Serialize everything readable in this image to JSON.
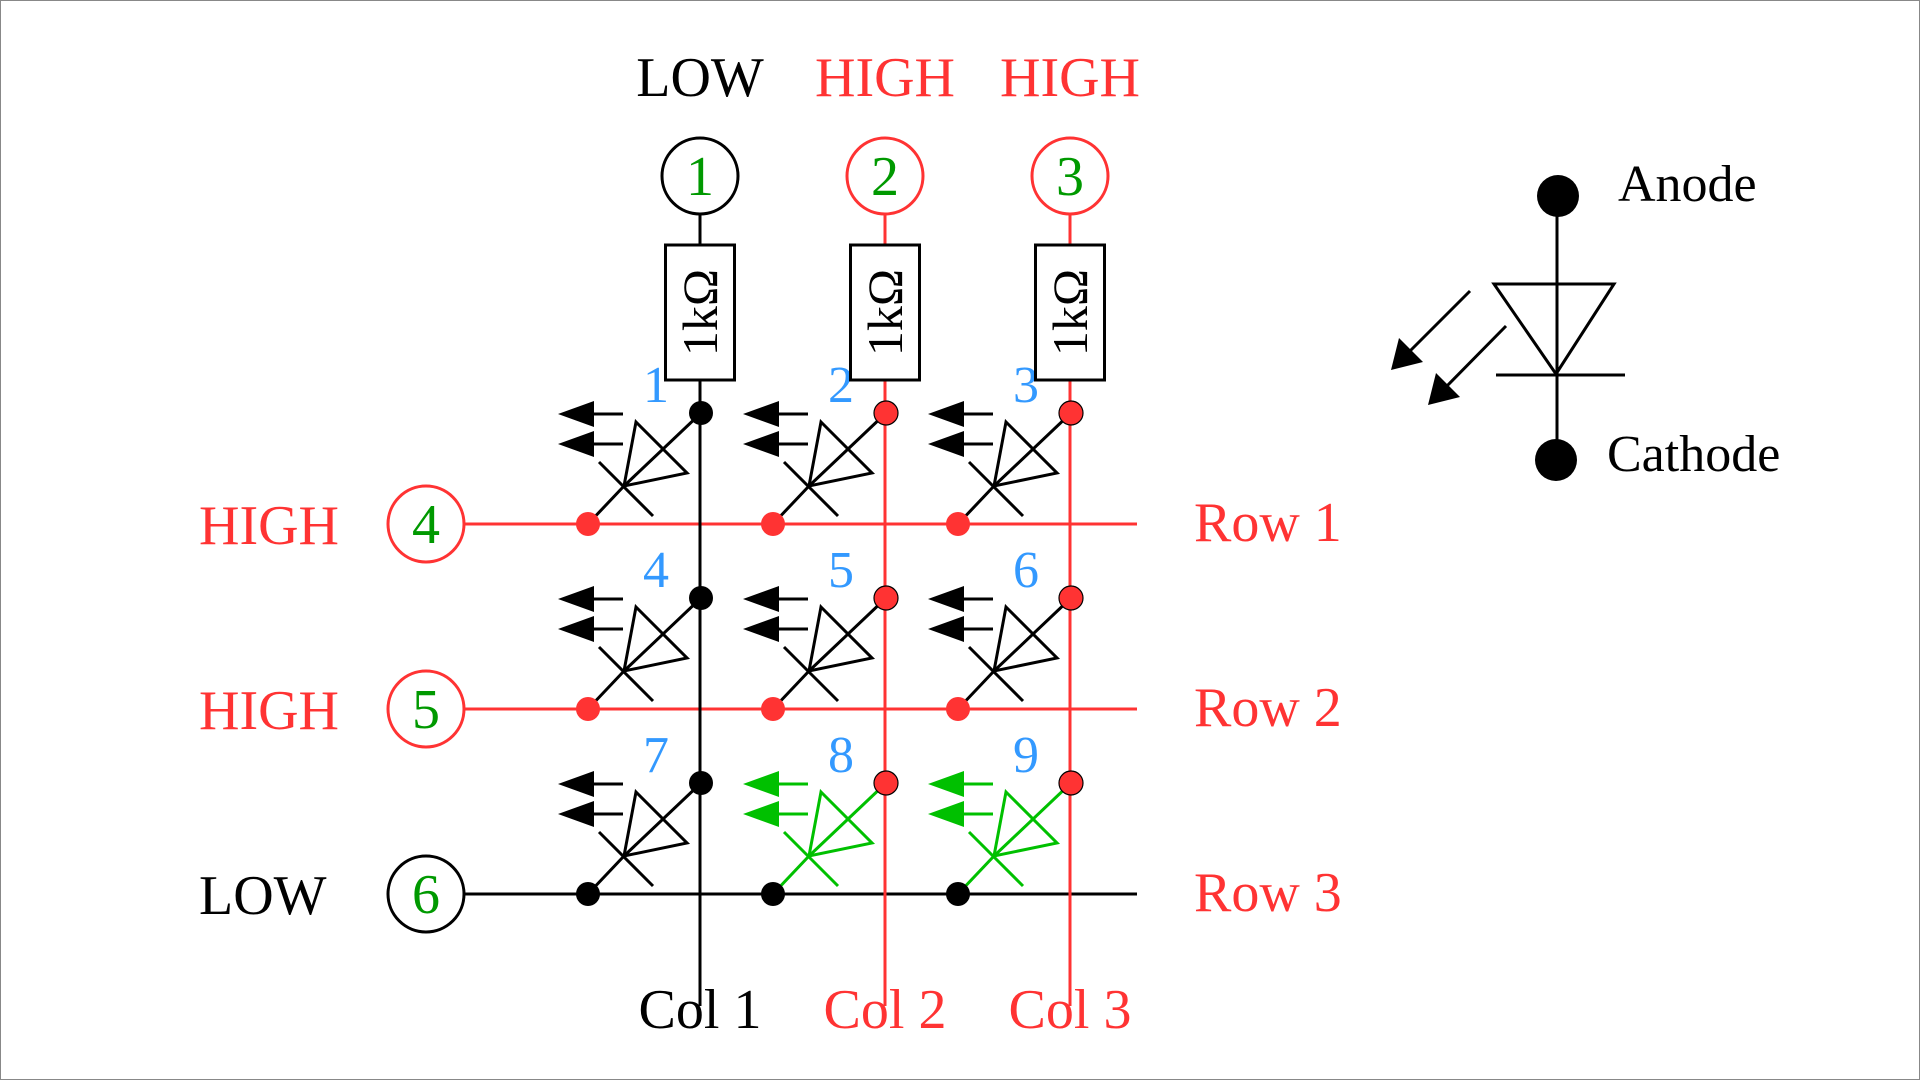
{
  "colors": {
    "high": "#ff3333",
    "low": "#000000",
    "pin_number": "#009900",
    "led_number": "#3399ff",
    "lit_led": "#00c000",
    "unlit_led": "#000000"
  },
  "columns": [
    {
      "pin": "1",
      "state": "LOW",
      "label": "Col 1",
      "resistor": "1kΩ"
    },
    {
      "pin": "2",
      "state": "HIGH",
      "label": "Col 2",
      "resistor": "1kΩ"
    },
    {
      "pin": "3",
      "state": "HIGH",
      "label": "Col 3",
      "resistor": "1kΩ"
    }
  ],
  "rows": [
    {
      "pin": "4",
      "state": "HIGH",
      "label": "Row 1"
    },
    {
      "pin": "5",
      "state": "HIGH",
      "label": "Row 2"
    },
    {
      "pin": "6",
      "state": "LOW",
      "label": "Row 3"
    }
  ],
  "leds": [
    {
      "number": "1",
      "row": 0,
      "col": 0,
      "lit": false
    },
    {
      "number": "2",
      "row": 0,
      "col": 1,
      "lit": false
    },
    {
      "number": "3",
      "row": 0,
      "col": 2,
      "lit": false
    },
    {
      "number": "4",
      "row": 1,
      "col": 0,
      "lit": false
    },
    {
      "number": "5",
      "row": 1,
      "col": 1,
      "lit": false
    },
    {
      "number": "6",
      "row": 1,
      "col": 2,
      "lit": false
    },
    {
      "number": "7",
      "row": 2,
      "col": 0,
      "lit": false
    },
    {
      "number": "8",
      "row": 2,
      "col": 1,
      "lit": true
    },
    {
      "number": "9",
      "row": 2,
      "col": 2,
      "lit": true
    }
  ],
  "legend": {
    "anode_label": "Anode",
    "cathode_label": "Cathode",
    "symbol": "led-icon"
  }
}
